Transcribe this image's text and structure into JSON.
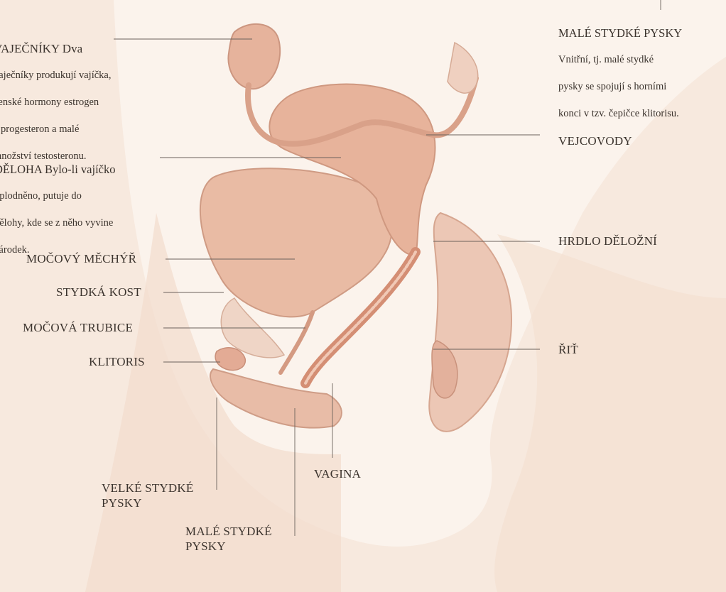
{
  "labels": {
    "vajecniky": {
      "title": "VAJEČNÍKY",
      "text": "Dva\nvajíčka,\nhormony estrogen\na progesteron a malé\nmnožství testosteronu."
    },
    "vajecniky_lines": [
      "VAJEČNÍKY Dva",
      "vaječníky produkují vajíčka,",
      "ženské hormony estrogen",
      "a progesteron a malé",
      "množství testosteronu."
    ],
    "deloha_lines": [
      "DĚLOHA Bylo-li vajíčko",
      "oplodněno, putuje do",
      "dělohy, kde se z něho vyvine",
      "zárodek."
    ],
    "male_pysky_top": {
      "title": "MALÉ STYDKÉ PYSKY",
      "lines": [
        "Vnitřní, tj. malé stydké",
        "pysky se spojují s horními",
        "konci v tzv. čepičce klitorisu."
      ]
    },
    "mocovy_mechyr": "MOČOVÝ MĚCHÝŘ",
    "stydka_kost": "STYDKÁ KOST",
    "mocova_trubice": "MOČOVÁ TRUBICE",
    "klitoris": "KLITORIS",
    "velke_pysky": "VELKÉ STYDKÉ\nPYSKY",
    "male_pysky_bottom": "MALÉ STYDKÉ\nPYSKY",
    "vagina": "VAGINA",
    "vejcovody": "VEJCOVODY",
    "hrdlo": "HRDLO DĚLOŽNÍ",
    "rit": "ŘIŤ"
  },
  "colors": {
    "background": "#fbf3ec",
    "body": "#f3dccd",
    "organ": "#e9b9a2",
    "organ_dark": "#d99d86",
    "leader": "#6b625c"
  }
}
